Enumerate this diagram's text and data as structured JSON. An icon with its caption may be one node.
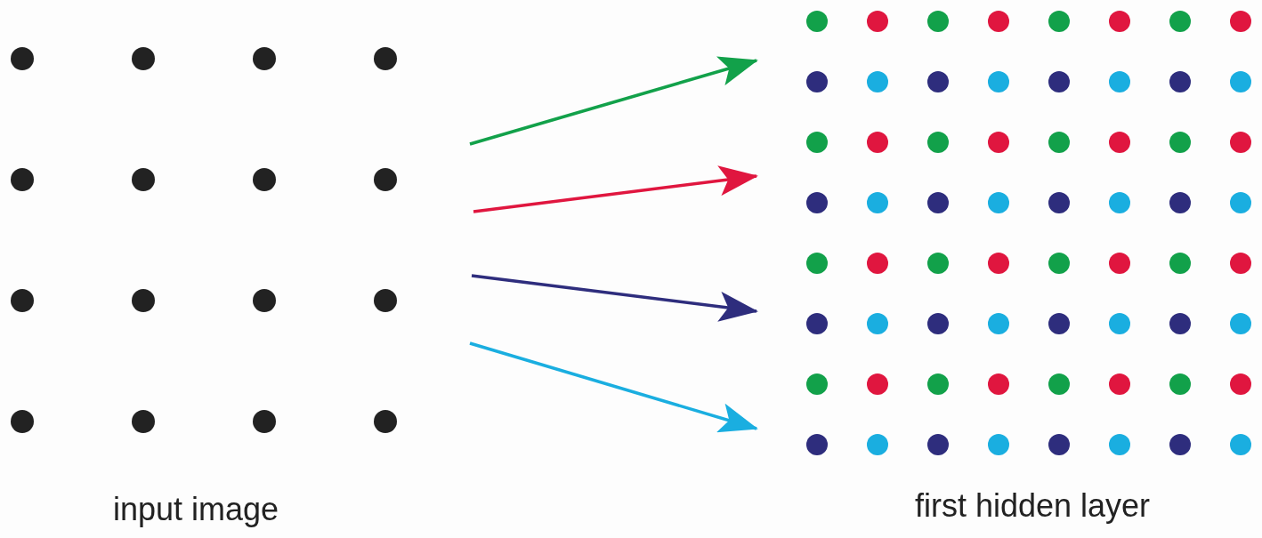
{
  "diagram": {
    "nodes": [
      {
        "text": [
          "input image"
        ]
      },
      {
        "text": [
          "first hidden layer"
        ]
      }
    ],
    "edges": [
      {
        "from": 0,
        "to": 1,
        "arrow": "to",
        "color": "#12a14a"
      },
      {
        "from": 0,
        "to": 1,
        "arrow": "to",
        "color": "#e0163f"
      },
      {
        "from": 0,
        "to": 1,
        "arrow": "to",
        "color": "#2e2d7d"
      },
      {
        "from": 0,
        "to": 1,
        "arrow": "to",
        "color": "#1aaee0"
      }
    ]
  }
}
